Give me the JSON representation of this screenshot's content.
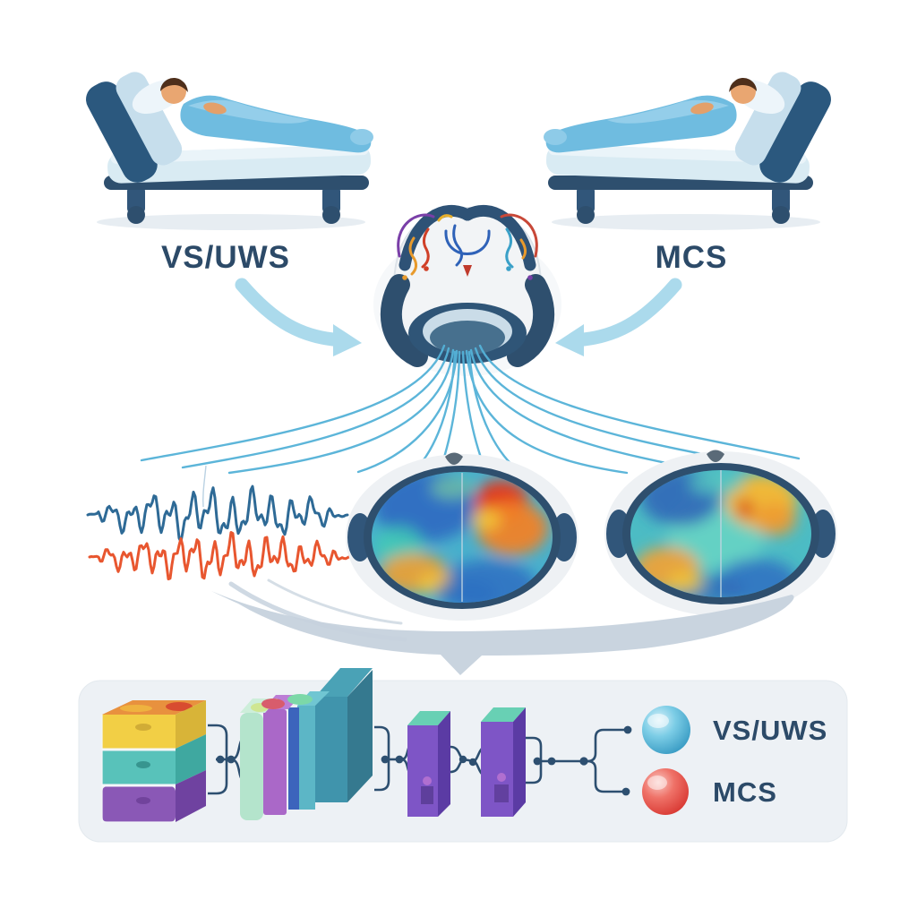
{
  "diagram": {
    "patients": {
      "left_label": "VS/UWS",
      "right_label": "MCS"
    },
    "classifier_outputs": [
      {
        "label": "VS/UWS",
        "node_color": "#54b4d6"
      },
      {
        "label": "MCS",
        "node_color": "#e64545"
      }
    ],
    "colors": {
      "label_text": "#2c4a68",
      "bed_frame": "#2e4f6e",
      "blanket_blue": "#6fbce0",
      "arrow": "#abdaec",
      "signal_wire": "#54b2d8",
      "waveform_blue": "#2e6a96",
      "waveform_red": "#e8562f",
      "cap_band": "#2e4f6e",
      "heatmap_hot": "#e03c22",
      "heatmap_cold": "#2e6ec2",
      "funnel_arrow": "#c6d2dd",
      "panel_background": "#edf1f5",
      "connector": "#2d4f70"
    }
  }
}
